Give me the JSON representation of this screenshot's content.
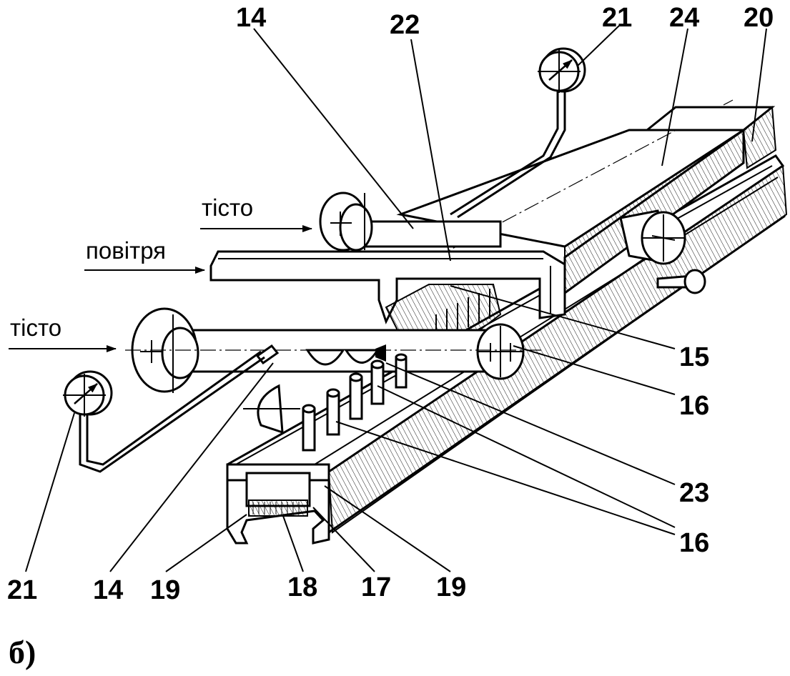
{
  "figure": {
    "subfigure_label": "б)",
    "flows": {
      "dough_top": "тісто",
      "air": "повітря",
      "dough_left": "тісто"
    },
    "callouts": {
      "n14_top": "14",
      "n22": "22",
      "n21_top": "21",
      "n24": "24",
      "n20": "20",
      "n15": "15",
      "n16_upper": "16",
      "n23": "23",
      "n16_lower": "16",
      "n21_bottom": "21",
      "n14_bottom": "14",
      "n19_left": "19",
      "n18": "18",
      "n17": "17",
      "n19_right": "19"
    }
  }
}
